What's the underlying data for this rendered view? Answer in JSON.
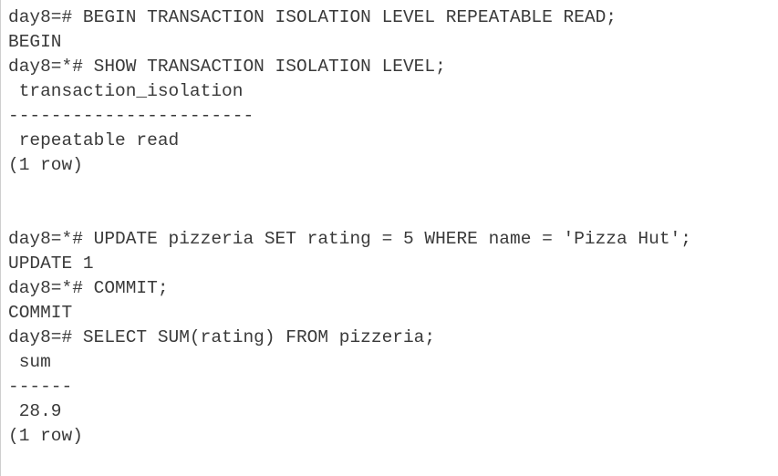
{
  "terminal": {
    "lines": [
      "day8=# BEGIN TRANSACTION ISOLATION LEVEL REPEATABLE READ;",
      "BEGIN",
      "day8=*# SHOW TRANSACTION ISOLATION LEVEL;",
      " transaction_isolation",
      "-----------------------",
      " repeatable read",
      "(1 row)",
      "",
      "",
      "day8=*# UPDATE pizzeria SET rating = 5 WHERE name = 'Pizza Hut';",
      "UPDATE 1",
      "day8=*# COMMIT;",
      "COMMIT",
      "day8=# SELECT SUM(rating) FROM pizzeria;",
      " sum",
      "------",
      " 28.9",
      "(1 row)"
    ]
  }
}
